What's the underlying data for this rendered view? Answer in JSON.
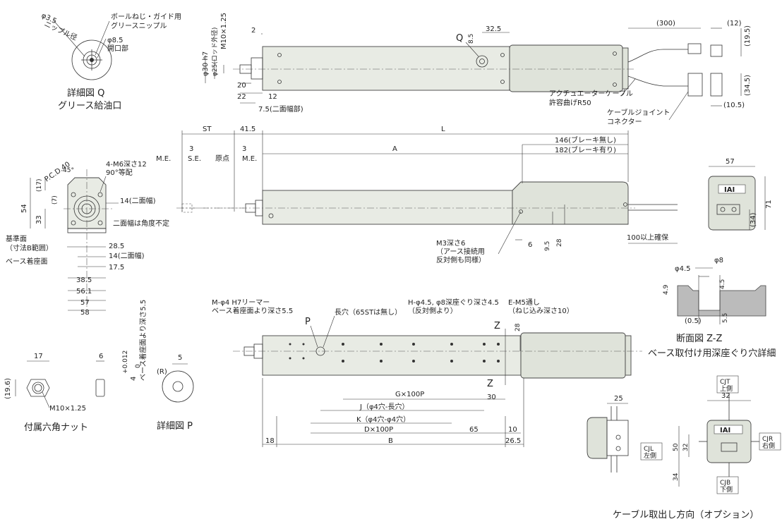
{
  "detail_q": {
    "caption1": "詳細図 Q",
    "caption2": "グリース給油口",
    "nipple_dia": "φ3.5",
    "nipple_label": "ニップル径",
    "guide_label1": "ボールねじ・ガイド用",
    "guide_label2": "グリースニップル",
    "opening_dia": "φ8.5",
    "opening_label": "開口部"
  },
  "top_view": {
    "d1": "φ30 h7",
    "d2": "φ25(ロッド外径)",
    "d3": "M10×1.25",
    "dim_2": "2",
    "dim_20": "20",
    "dim_22": "22",
    "dim_12": "12",
    "dim_flats": "7.5(二面幅部)",
    "q_label": "Q",
    "dim_85": "8.5",
    "dim_325": "32.5",
    "dim_300": "(300)",
    "dim_12p": "(12)",
    "dim_195": "(19.5)",
    "dim_345": "(34.5)",
    "dim_105": "(10.5)",
    "cable_label1": "アクチュエーターケーブル",
    "cable_label2": "許容曲げR50",
    "joint_label1": "ケーブルジョイント",
    "joint_label2": "コネクター"
  },
  "side_view": {
    "st": "ST",
    "d415": "41.5",
    "L": "L",
    "d146": "146(ブレーキ無し)",
    "d182": "182(ブレーキ有り)",
    "A": "A",
    "me1": "M.E.",
    "d3a": "3",
    "se": "S.E.",
    "home": "原点",
    "d3b": "3",
    "me2": "M.E.",
    "m3_1": "M3深さ6",
    "m3_2": "（アース接続用",
    "m3_3": "反対側も同様）",
    "d6": "6",
    "d95": "9.5",
    "d28": "28",
    "d100": "100以上確保"
  },
  "end_view": {
    "pcd": "P.C.D.40",
    "angle": "45°",
    "m6_1": "4-M6深さ12",
    "m6_2": "90°等配",
    "d17": "(17)",
    "d7": "(7)",
    "d54": "54",
    "d33": "33",
    "d14a": "14(二面幅)",
    "flat_note": "二面幅は角度不定",
    "ref1": "基準面",
    "ref2": "（寸法B範囲）",
    "base": "ベース着座面",
    "d285": "28.5",
    "d14b": "14(二面幅)",
    "d175": "17.5",
    "d385": "38.5",
    "d561": "56.1",
    "d57": "57",
    "d58": "58"
  },
  "right_end": {
    "d57": "57",
    "d71": "71",
    "d34": "(34)",
    "logo": "IAI"
  },
  "section_zz": {
    "phi8": "φ8",
    "phi45": "φ4.5",
    "d49": "4.9",
    "d45": "4.5",
    "d05": "(0.5)",
    "d55": "5.5",
    "caption1": "断面図 Z-Z",
    "caption2": "ベース取付け用深座ぐり穴詳細"
  },
  "bottom_view": {
    "m4_1": "M-φ4 H7リーマー",
    "m4_2": "ベース着座面より深さ5.5",
    "p_label": "P",
    "long_hole": "長穴（65STは無し）",
    "h_1": "H-φ4.5, φ8深座ぐり深さ4.5",
    "h_2": "（反対側より）",
    "e_1": "E-M5通し",
    "e_2": "（ねじ込み深さ10）",
    "z1": "Z",
    "z2": "Z",
    "d28": "28",
    "g": "G×100P",
    "d30": "30",
    "j": "J（φ4穴-長穴）",
    "k": "K（φ4穴-φ4穴）",
    "dp": "D×100P",
    "d65": "65",
    "d18": "18",
    "b": "B",
    "d10": "10",
    "d265": "26.5"
  },
  "nut": {
    "d17": "17",
    "d6": "6",
    "d196": "(19.6)",
    "thread": "M10×1.25",
    "caption": "付属六角ナット"
  },
  "detail_p": {
    "depth": "ベース着座面より深さ5.5",
    "tol": "4",
    "tol_sup": "+0.012",
    "tol_sub": "0",
    "d5": "5",
    "r": "(R)",
    "caption": "詳細図 P"
  },
  "cable_exit": {
    "d25": "25",
    "d32": "32",
    "cjt1": "CJT",
    "cjt2": "上側",
    "cjl1": "CJL",
    "cjl2": "左側",
    "cjr1": "CJR",
    "cjr2": "右側",
    "cjb1": "CJB",
    "cjb2": "下側",
    "d32v": "32",
    "d50": "50",
    "d34": "34",
    "caption": "ケーブル取出し方向（オプション）"
  }
}
